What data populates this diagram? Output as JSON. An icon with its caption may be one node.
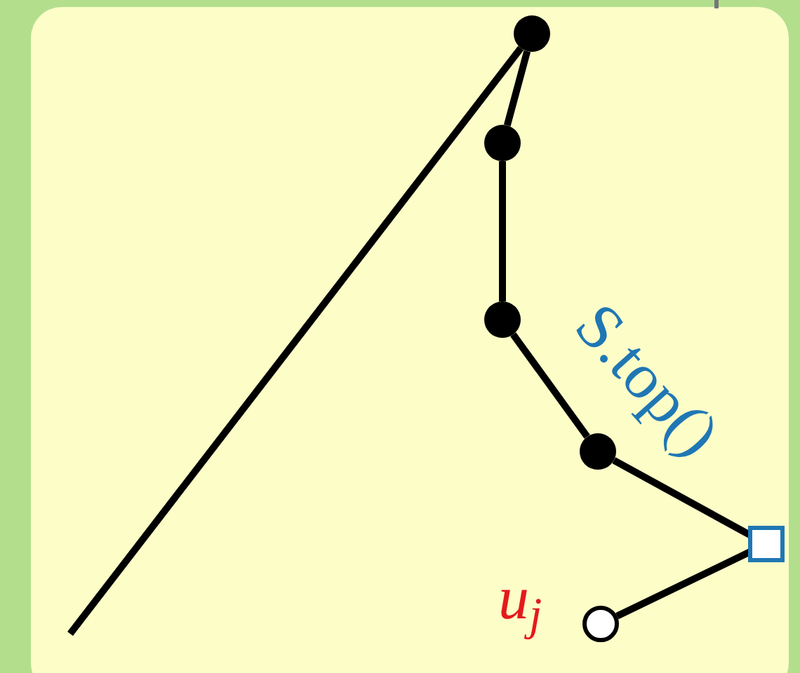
{
  "diagram": {
    "nodes": [
      {
        "text": [],
        "shape": "circle"
      },
      {
        "text": [],
        "shape": "circle"
      },
      {
        "text": [],
        "shape": "circle"
      },
      {
        "text": [],
        "shape": "circle"
      },
      {
        "text": [],
        "shape": "box"
      },
      {
        "text": [],
        "shape": "ring",
        "beside": [
          "u$_{j}$"
        ]
      }
    ],
    "edges": [
      {
        "from": null,
        "to": 0,
        "arrow": "none"
      },
      {
        "from": 0,
        "to": 1,
        "arrow": "none"
      },
      {
        "from": 1,
        "to": 2,
        "arrow": "none"
      },
      {
        "from": 2,
        "to": 3,
        "arrow": "none"
      },
      {
        "from": 3,
        "to": 4,
        "arrow": "none"
      },
      {
        "from": 4,
        "to": 5,
        "arrow": "none"
      }
    ],
    "labels": [
      "S.top()"
    ]
  }
}
